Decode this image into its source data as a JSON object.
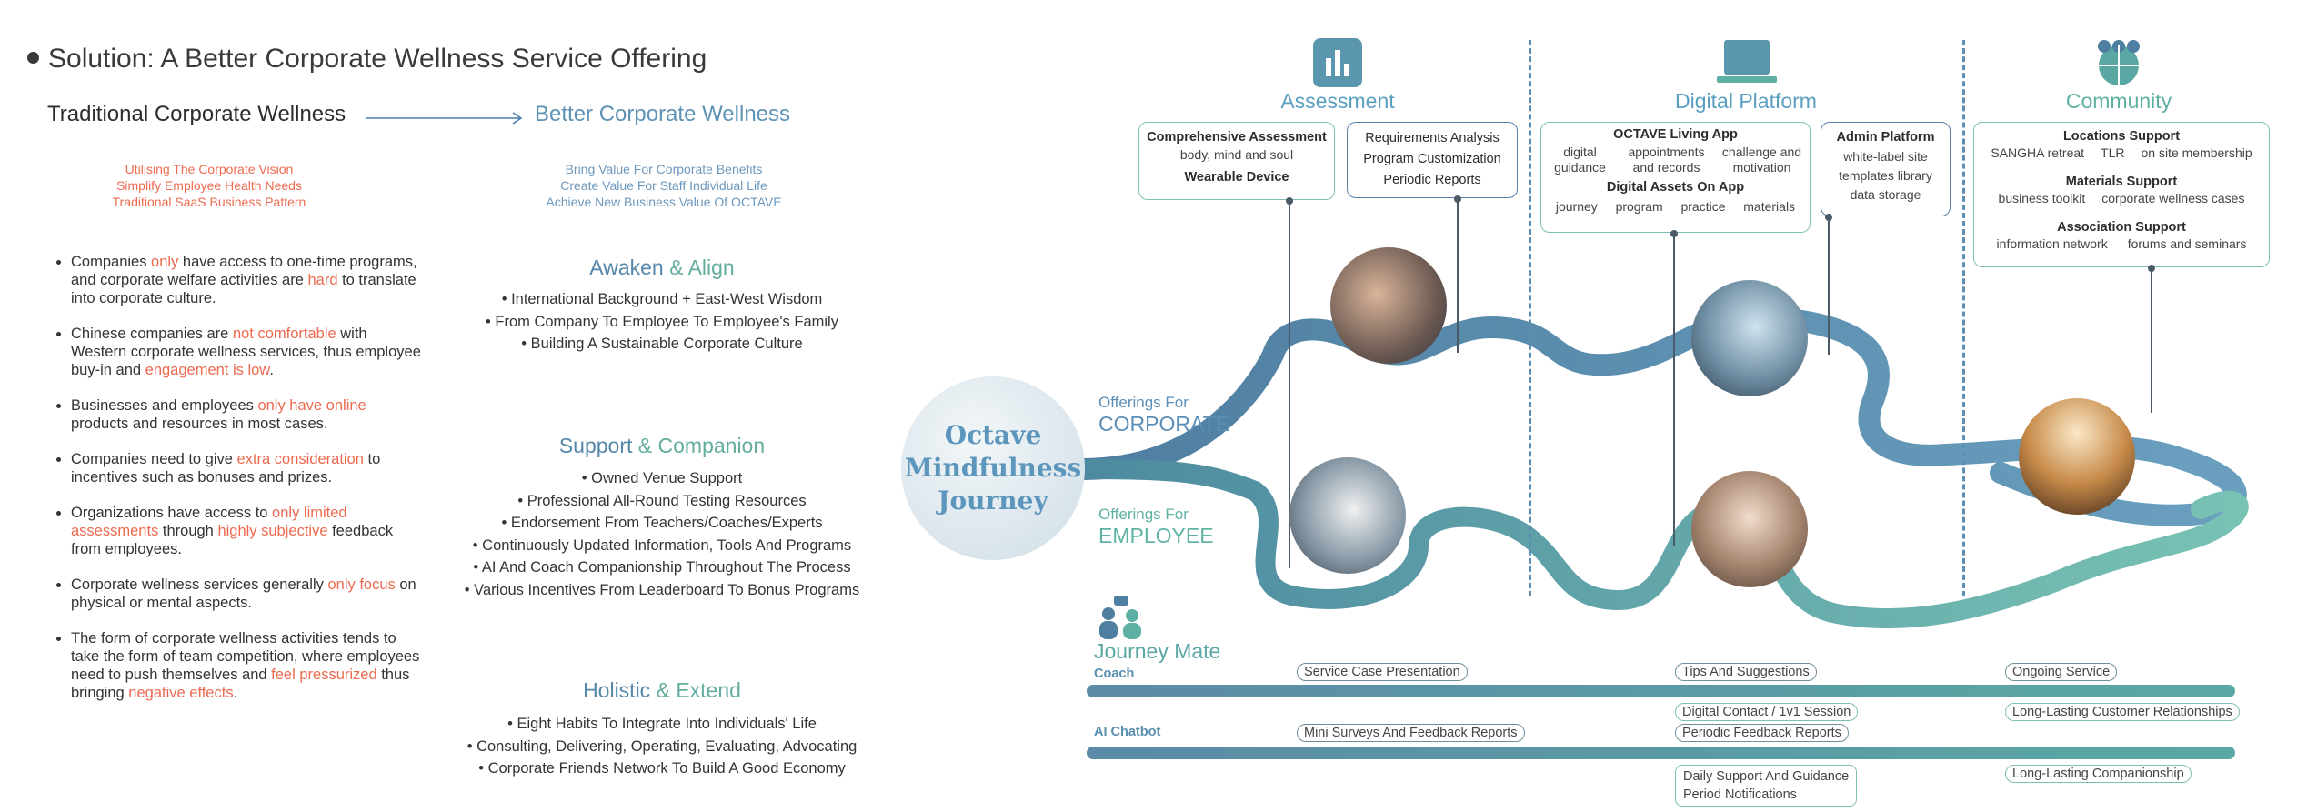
{
  "title": "Solution: A Better Corporate Wellness Service Offering",
  "traditional_heading": "Traditional Corporate Wellness",
  "better_heading": "Better Corporate Wellness",
  "traditional_subs": [
    "Utilising The Corporate Vision",
    "Simplify Employee Health Needs",
    "Traditional SaaS Business Pattern"
  ],
  "better_subs": [
    "Bring Value For Corporate Benefits",
    "Create Value For Staff Individual Life",
    "Achieve New Business Value Of OCTAVE"
  ],
  "problems": [
    [
      {
        "t": "Companies "
      },
      {
        "t": "only",
        "h": true
      },
      {
        "t": " have access to one-time programs, and corporate welfare activities are "
      },
      {
        "t": "hard",
        "h": true
      },
      {
        "t": " to translate into corporate culture."
      }
    ],
    [
      {
        "t": "Chinese companies are "
      },
      {
        "t": "not comfortable",
        "h": true
      },
      {
        "t": " with Western corporate wellness services, thus employee buy-in and "
      },
      {
        "t": "engagement is low",
        "h": true
      },
      {
        "t": "."
      }
    ],
    [
      {
        "t": "Businesses and employees "
      },
      {
        "t": "only have online",
        "h": true
      },
      {
        "t": " products and resources in most cases."
      }
    ],
    [
      {
        "t": "Companies need to give "
      },
      {
        "t": "extra consideration",
        "h": true
      },
      {
        "t": " to incentives such as bonuses and prizes."
      }
    ],
    [
      {
        "t": "Organizations have access to "
      },
      {
        "t": "only limited assessments",
        "h": true
      },
      {
        "t": " through "
      },
      {
        "t": "highly subjective",
        "h": true
      },
      {
        "t": " feedback from employees."
      }
    ],
    [
      {
        "t": "Corporate wellness services generally "
      },
      {
        "t": "only focus",
        "h": true
      },
      {
        "t": " on physical or mental aspects."
      }
    ],
    [
      {
        "t": "The form of corporate wellness activities tends to take the form of team competition, where employees need to push themselves and "
      },
      {
        "t": "feel pressurized",
        "h": true
      },
      {
        "t": " thus bringing "
      },
      {
        "t": "negative effects",
        "h": true
      },
      {
        "t": "."
      }
    ]
  ],
  "sections": [
    {
      "title_a": "Awaken",
      "amp": "&",
      "title_b": "Align",
      "items": [
        "International Background + East-West Wisdom",
        "From Company To Employee To Employee's Family",
        "Building A Sustainable Corporate Culture"
      ]
    },
    {
      "title_a": "Support",
      "amp": "&",
      "title_b": "Companion",
      "items": [
        "Owned Venue Support",
        "Professional All-Round Testing Resources",
        "Endorsement From Teachers/Coaches/Experts",
        "Continuously Updated Information, Tools And Programs",
        "AI And Coach Companionship Throughout The Process",
        "Various Incentives From Leaderboard To Bonus Programs"
      ]
    },
    {
      "title_a": "Holistic",
      "amp": "&",
      "title_b": "Extend",
      "items": [
        "Eight Habits To Integrate Into Individuals' Life",
        "Consulting, Delivering, Operating, Evaluating, Advocating",
        "Corporate Friends  Network To Build A Good Economy"
      ]
    }
  ],
  "hub": [
    "Octave",
    "Mindfulness",
    "Journey"
  ],
  "offerings_corporate": {
    "small": "Offerings For",
    "big": "CORPORATE"
  },
  "offerings_employee": {
    "small": "Offerings For",
    "big": "EMPLOYEE"
  },
  "columns": {
    "assessment": {
      "title": "Assessment",
      "icon": "bar-chart-icon"
    },
    "digital": {
      "title": "Digital Platform",
      "icon": "laptop-icon"
    },
    "community": {
      "title": "Community",
      "icon": "people-globe-icon"
    }
  },
  "cards": {
    "comp": {
      "t1": "Comprehensive Assessment",
      "s1": "body, mind and soul",
      "t2": "Wearable Device"
    },
    "req": {
      "l1": "Requirements Analysis",
      "l2": "Program Customization",
      "l3": "Periodic Reports"
    },
    "app": {
      "t1": "OCTAVE Living App",
      "a1": "digital guidance",
      "a2": "appointments and records",
      "a3": "challenge and motivation",
      "t2": "Digital Assets On App",
      "b1": "journey",
      "b2": "program",
      "b3": "practice",
      "b4": "materials"
    },
    "admin": {
      "t": "Admin Platform",
      "i1": "white-label site",
      "i2": "templates library",
      "i3": "data storage"
    },
    "community": {
      "t1": "Locations Support",
      "a1": "SANGHA retreat",
      "a2": "TLR",
      "a3": "on site membership",
      "t2": "Materials Support",
      "b1": "business toolkit",
      "b2": "corporate wellness cases",
      "t3": "Association Support",
      "c1": "information network",
      "c2": "forums and seminars"
    }
  },
  "journey_mate": {
    "title": "Journey Mate",
    "coach": "Coach",
    "chatbot": "AI Chatbot",
    "icon": "people-robot-icon"
  },
  "pills": {
    "p1": "Service Case Presentation",
    "p2": "Tips And Suggestions",
    "p3": "Ongoing Service",
    "p4": "Digital Contact / 1v1 Session",
    "p5": "Long-Lasting Customer Relationships",
    "p6": "Mini Surveys And Feedback Reports",
    "p7": "Periodic Feedback Reports",
    "p8a": "Daily Support And Guidance",
    "p8b": "Period Notifications",
    "p9": "Long-Lasting Companionship"
  },
  "colors": {
    "accent_red": "#ec6a4f",
    "blue": "#5e93b6",
    "teal": "#64ad9f",
    "road_blue": "#5b88a8",
    "road_teal": "#6fb8ac"
  }
}
